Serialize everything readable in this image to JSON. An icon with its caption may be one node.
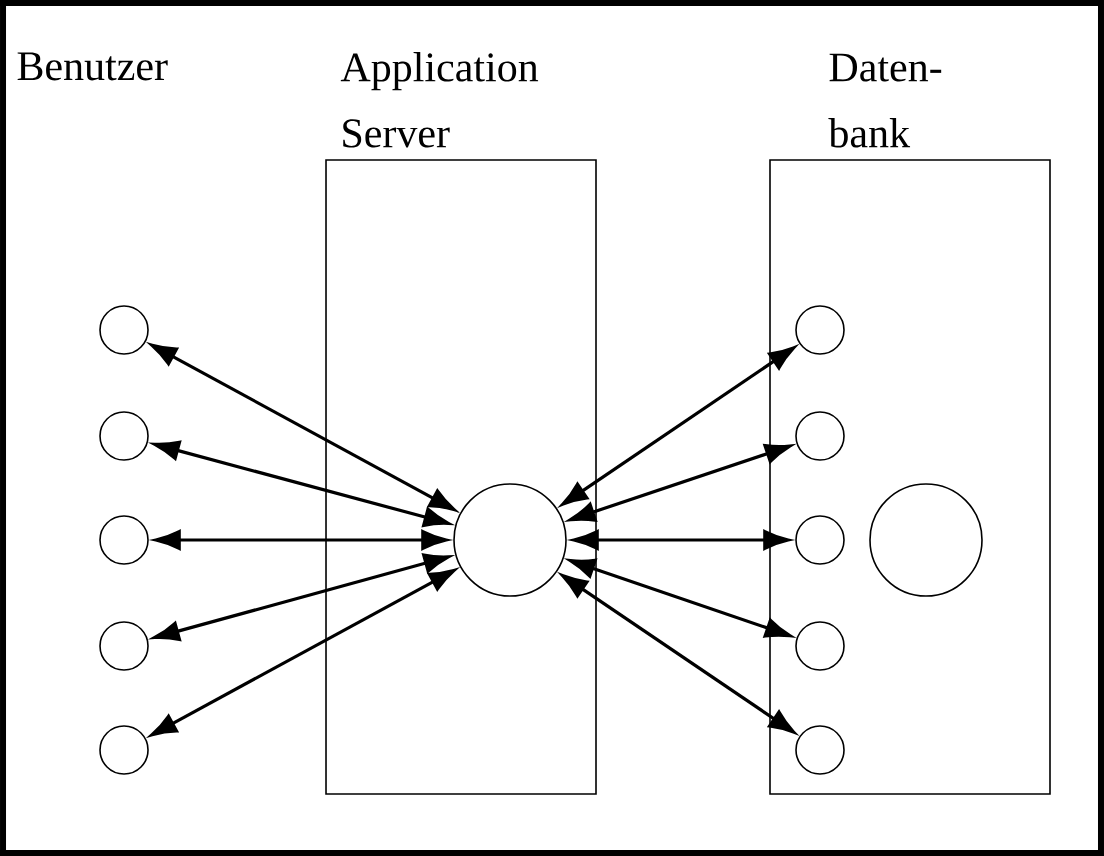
{
  "diagram": {
    "nodes": [
      {
        "text": [],
        "shape": "circle"
      },
      {
        "text": [],
        "shape": "circle"
      },
      {
        "text": [],
        "shape": "circle"
      },
      {
        "text": [],
        "shape": "circle"
      },
      {
        "text": [],
        "shape": "circle"
      },
      {
        "text": [
          "Application Server"
        ]
      },
      {
        "text": [],
        "shape": "circle",
        "in": 5
      },
      {
        "text": [
          "Daten-bank"
        ]
      },
      {
        "text": [],
        "shape": "circle",
        "in": 7
      },
      {
        "text": [],
        "shape": "circle",
        "in": 7
      },
      {
        "text": [],
        "shape": "circle",
        "in": 7
      },
      {
        "text": [],
        "shape": "circle",
        "in": 7
      },
      {
        "text": [],
        "shape": "circle",
        "in": 7
      },
      {
        "text": [],
        "shape": "circle",
        "in": 7
      }
    ],
    "edges": [
      {
        "from": 6,
        "to": 0,
        "arrow": "both"
      },
      {
        "from": 6,
        "to": 1,
        "arrow": "both"
      },
      {
        "from": 6,
        "to": 2,
        "arrow": "both"
      },
      {
        "from": 6,
        "to": 3,
        "arrow": "both"
      },
      {
        "from": 6,
        "to": 4,
        "arrow": "both"
      },
      {
        "from": 6,
        "to": 8,
        "arrow": "both"
      },
      {
        "from": 6,
        "to": 9,
        "arrow": "both"
      },
      {
        "from": 6,
        "to": 10,
        "arrow": "both"
      },
      {
        "from": 6,
        "to": 11,
        "arrow": "both"
      },
      {
        "from": 6,
        "to": 12,
        "arrow": "both"
      }
    ],
    "labels": [
      "Benutzer"
    ]
  }
}
